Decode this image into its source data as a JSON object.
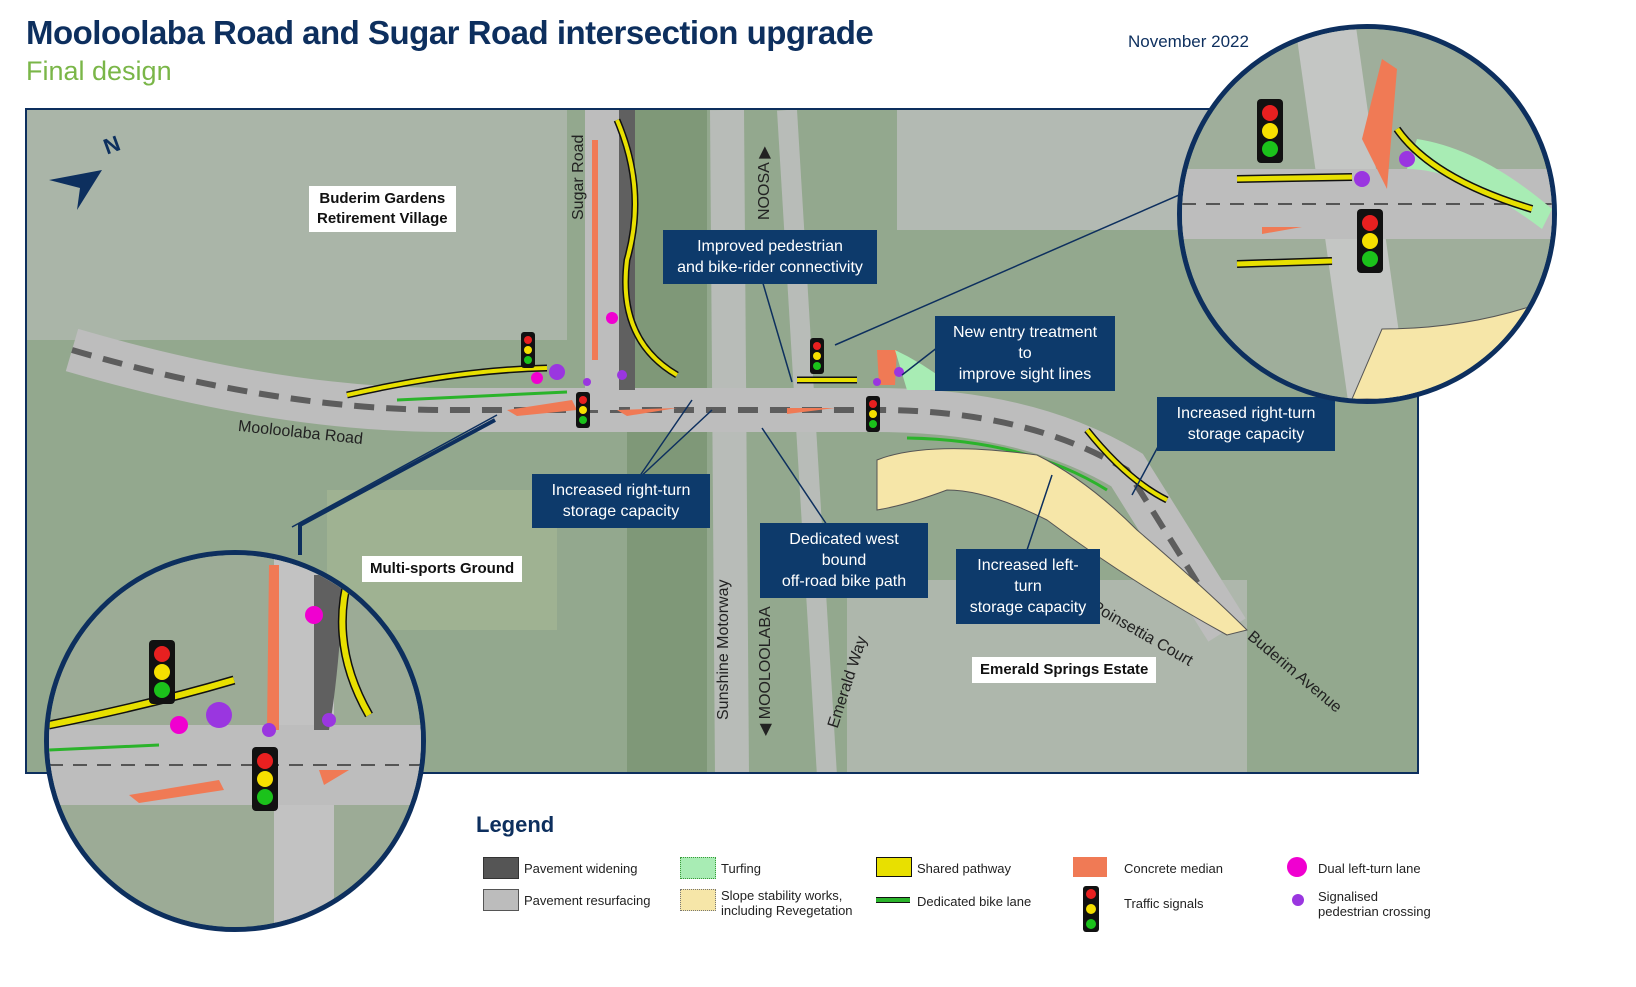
{
  "header": {
    "title": "Mooloolaba Road and Sugar Road intersection upgrade",
    "subtitle": "Final design",
    "date": "November 2022"
  },
  "map": {
    "north_label": "N",
    "places": {
      "buderim_gardens_line1": "Buderim Gardens",
      "buderim_gardens_line2": "Retirement Village",
      "multi_sports": "Multi-sports Ground",
      "emerald_springs": "Emerald Springs Estate"
    },
    "streets": {
      "sugar_road": "Sugar Road",
      "noosa": "NOOSA ▶",
      "mooloolaba_road": "Mooloolaba Road",
      "sunshine_motorway": "Sunshine Motorway",
      "mooloolaba": "◀ MOOLOOLABA",
      "emerald_way": "Emerald Way",
      "poinsettia_court": "Poinsettia Court",
      "buderim_avenue": "Buderim Avenue"
    },
    "callouts": {
      "ped_bike_line1": "Improved pedestrian",
      "ped_bike_line2": "and bike-rider connectivity",
      "entry_line1": "New entry treatment to",
      "entry_line2": "improve sight lines",
      "right_turn_east_line1": "Increased right-turn",
      "right_turn_east_line2": "storage capacity",
      "right_turn_mid_line1": "Increased right-turn",
      "right_turn_mid_line2": "storage capacity",
      "bike_path_line1": "Dedicated west bound",
      "bike_path_line2": "off-road bike path",
      "left_turn_line1": "Increased left-turn",
      "left_turn_line2": "storage capacity"
    }
  },
  "legend": {
    "title": "Legend",
    "items": {
      "pavement_widening": "Pavement widening",
      "pavement_resurfacing": "Pavement resurfacing",
      "turfing": "Turfing",
      "slope_line1": "Slope stability works,",
      "slope_line2": "including Revegetation",
      "shared_pathway": "Shared pathway",
      "bike_lane": "Dedicated bike lane",
      "concrete_median": "Concrete median",
      "traffic_signals": "Traffic signals",
      "dual_left": "Dual left-turn lane",
      "ped_crossing_line1": "Signalised",
      "ped_crossing_line2": "pedestrian crossing"
    }
  },
  "colors": {
    "navy": "#0d2f5e",
    "green_title": "#7ab648",
    "pavement_widening": "#555555",
    "pavement_resurfacing": "#bcbcbc",
    "turfing": "#a8ecb4",
    "slope": "#f6e6a8",
    "shared_pathway": "#e8e000",
    "concrete_median": "#f07a55",
    "dual_left": "#f000d0",
    "ped_crossing": "#9a36e0"
  }
}
